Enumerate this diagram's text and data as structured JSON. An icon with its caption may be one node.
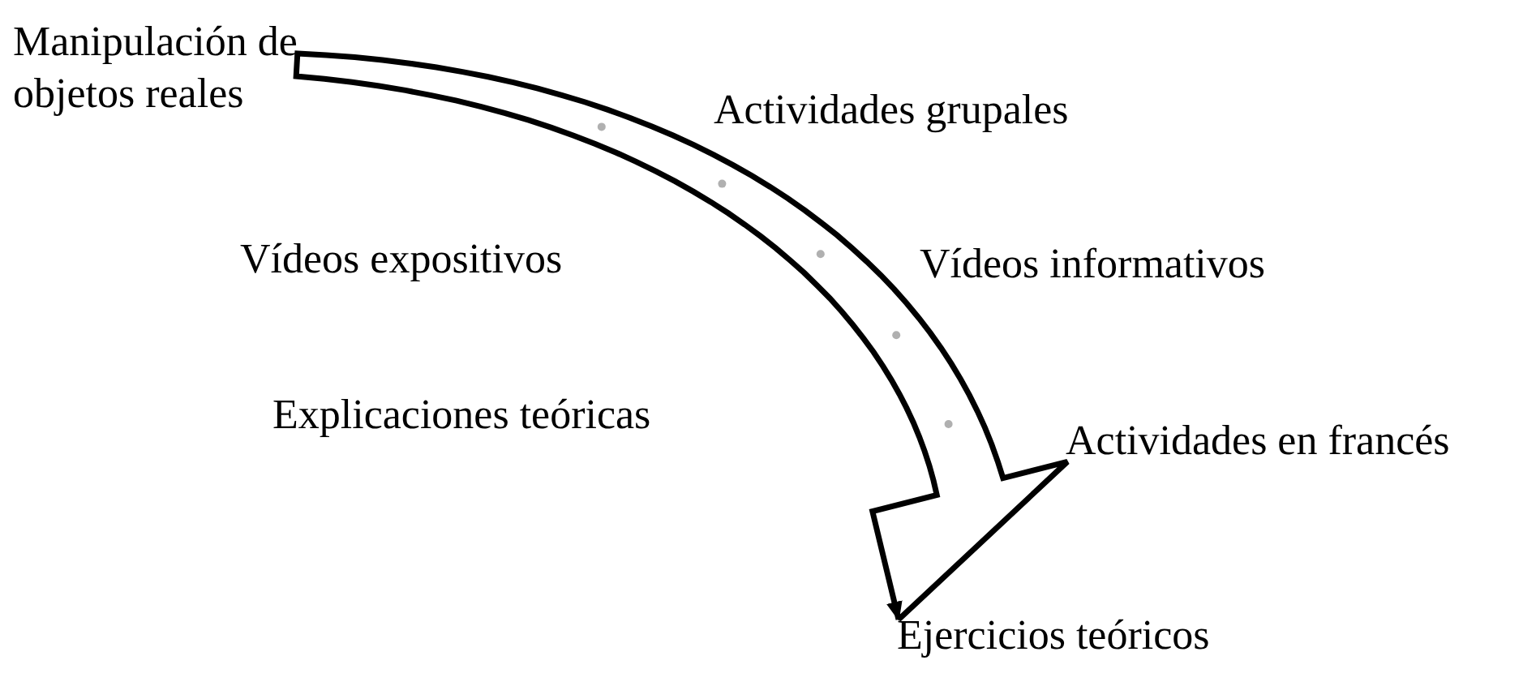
{
  "diagram": {
    "nodes": [
      {
        "text": [
          "Manipulación de objetos reales"
        ]
      },
      {
        "text": [
          "Ejercicios teóricos"
        ]
      }
    ],
    "edges": [
      {
        "from": 0,
        "to": 1,
        "arrow": "to"
      }
    ],
    "labels": [
      "Actividades grupales",
      "Vídeos expositivos",
      "Vídeos informativos",
      "Explicaciones teóricas",
      "Actividades en francés"
    ]
  }
}
